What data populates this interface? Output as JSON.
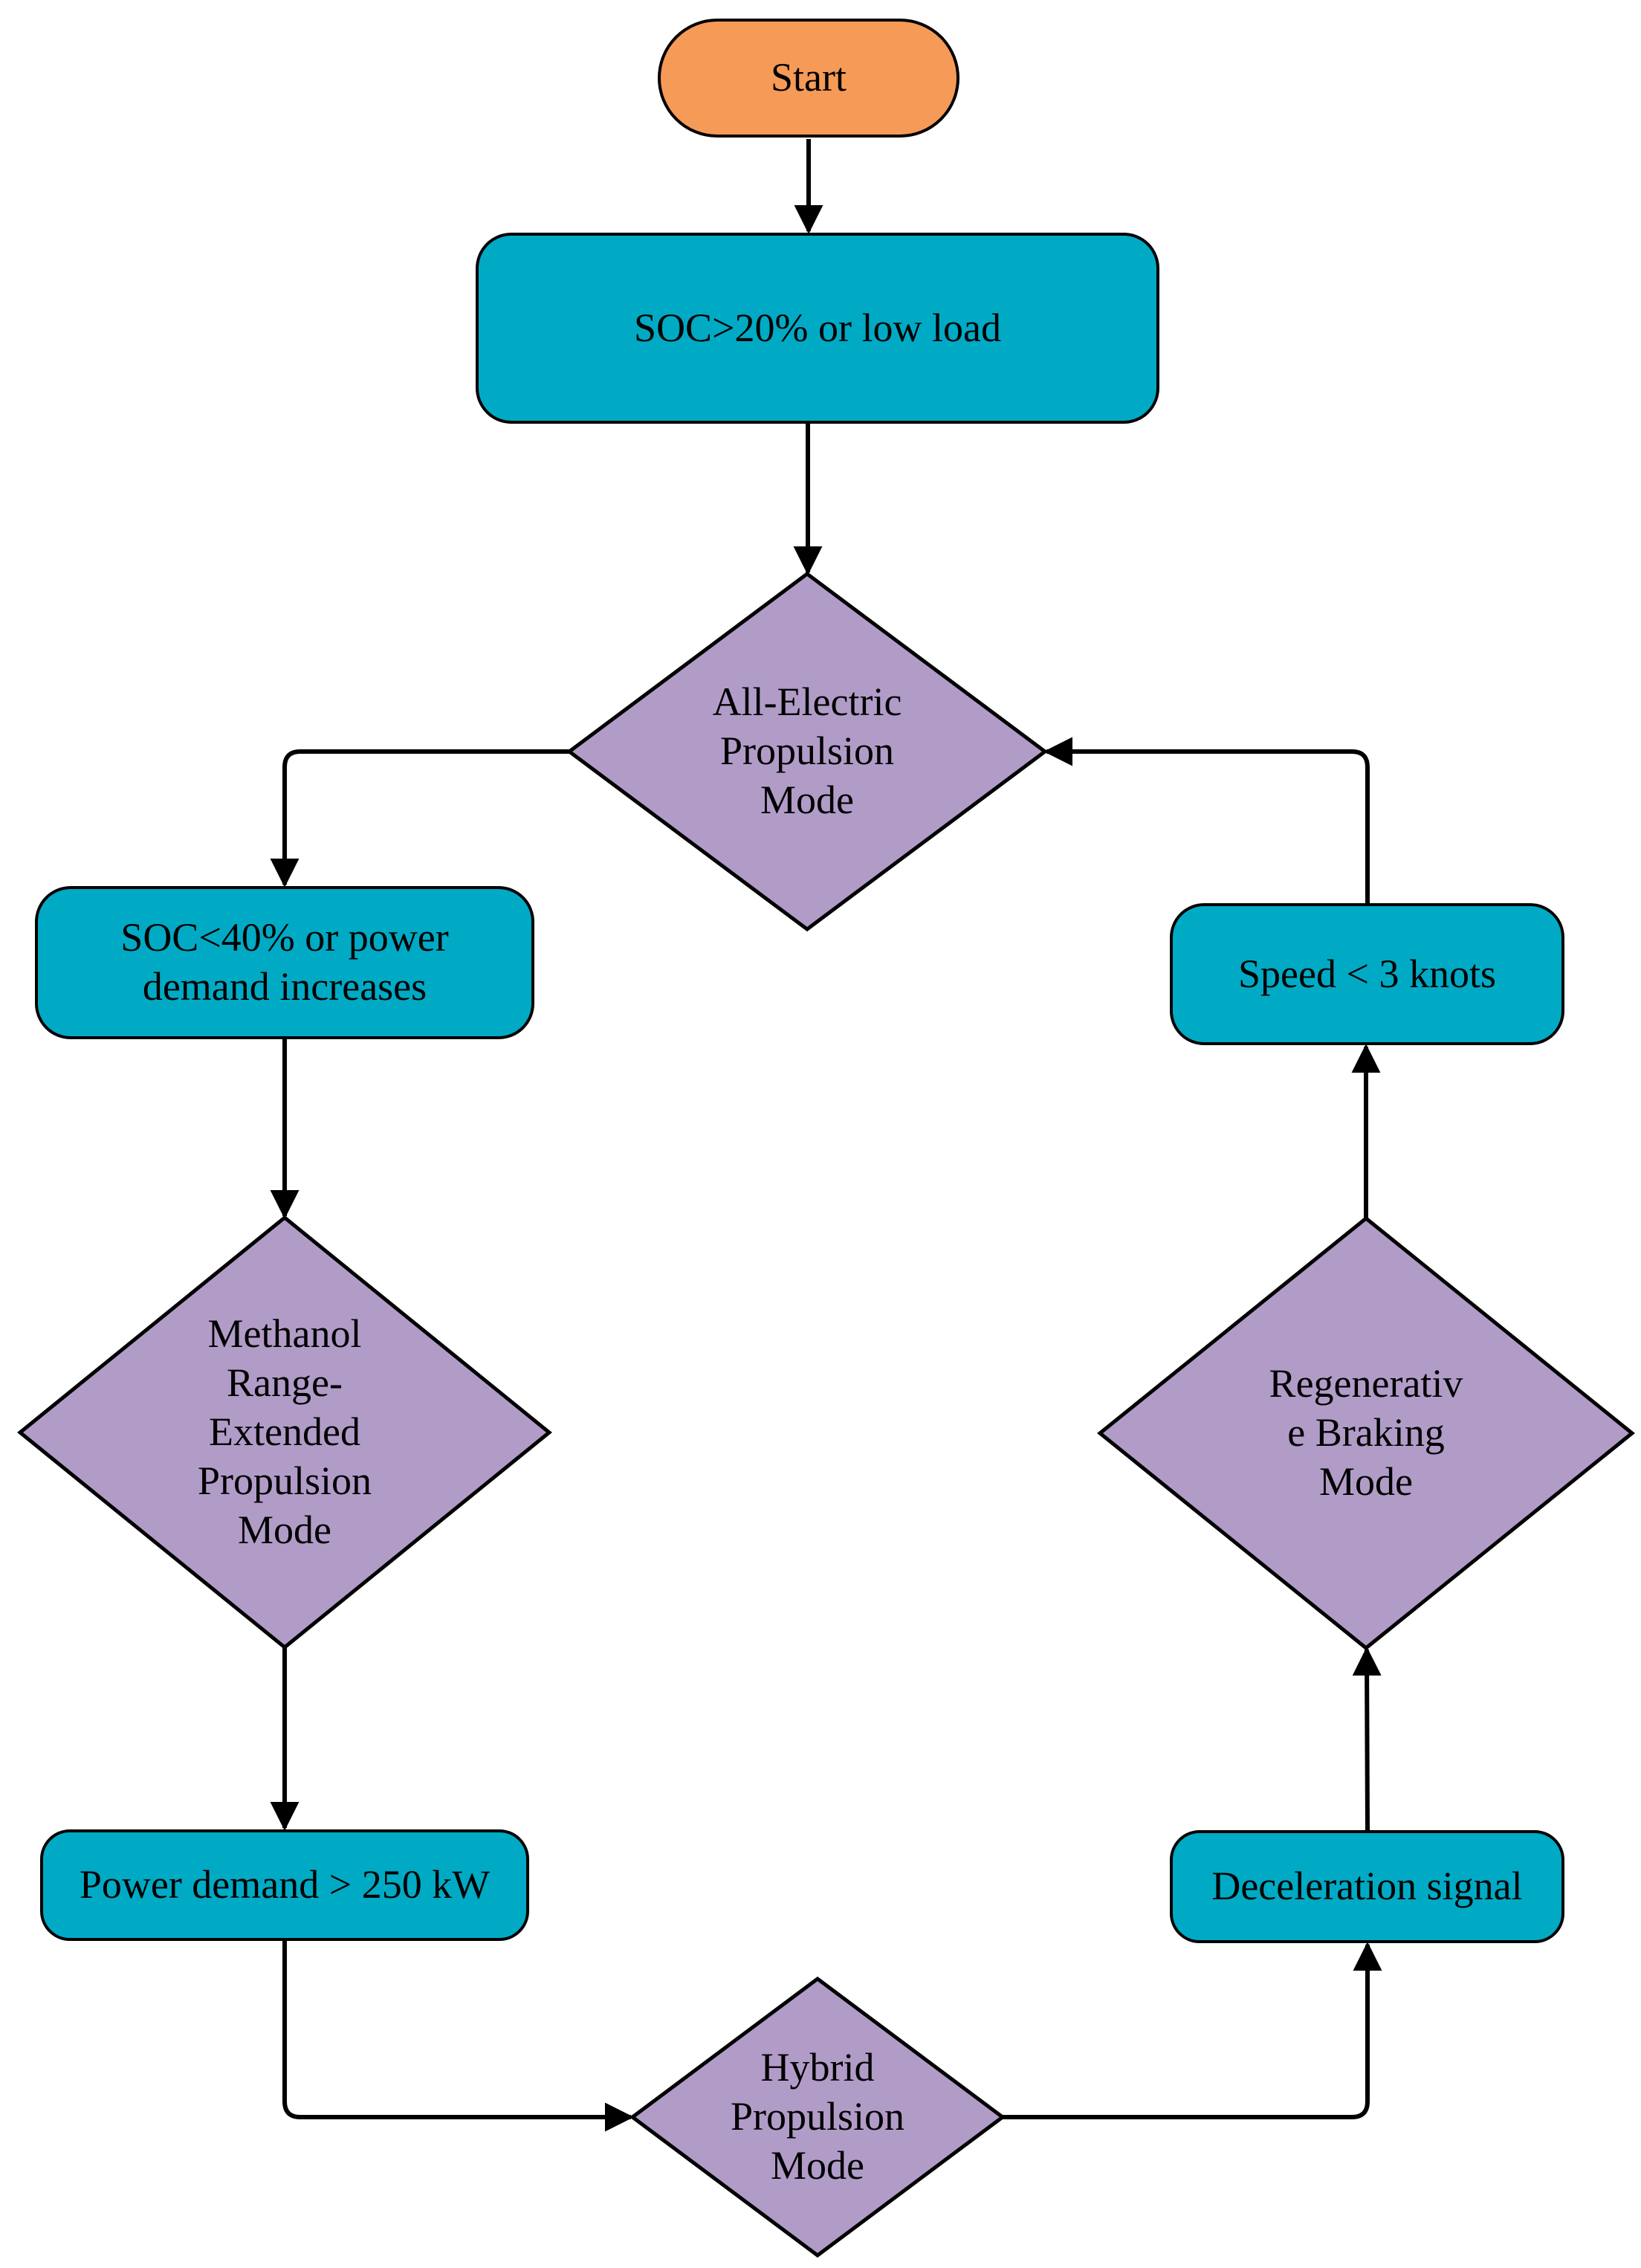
{
  "title": "Propulsion mode switching flowchart",
  "colors": {
    "background": "#FFFFFF",
    "terminator_fill": "#F69A58",
    "process_fill": "#00AAC5",
    "decision_fill": "#B19CC8",
    "stroke": "#000000"
  },
  "nodes": {
    "start": {
      "type": "terminator",
      "label": "Start"
    },
    "soc_gt_20": {
      "type": "process",
      "label": "SOC>20% or low load"
    },
    "all_electric": {
      "type": "decision",
      "label": "All-Electric\nPropulsion\nMode"
    },
    "soc_lt_40": {
      "type": "process",
      "label": "SOC<40% or power\ndemand increases"
    },
    "methanol": {
      "type": "decision",
      "label": "Methanol\nRange-\nExtended\nPropulsion\nMode"
    },
    "power_demand": {
      "type": "process",
      "label": "Power demand > 250 kW"
    },
    "hybrid": {
      "type": "decision",
      "label": "Hybrid\nPropulsion\nMode"
    },
    "deceleration": {
      "type": "process",
      "label": "Deceleration signal"
    },
    "regen": {
      "type": "decision",
      "label": "Regenerativ\ne Braking\nMode"
    },
    "speed": {
      "type": "process",
      "label": "Speed < 3 knots"
    }
  },
  "edges": [
    {
      "from": "start",
      "to": "soc_gt_20"
    },
    {
      "from": "soc_gt_20",
      "to": "all_electric"
    },
    {
      "from": "all_electric",
      "to": "soc_lt_40"
    },
    {
      "from": "soc_lt_40",
      "to": "methanol"
    },
    {
      "from": "methanol",
      "to": "power_demand"
    },
    {
      "from": "power_demand",
      "to": "hybrid"
    },
    {
      "from": "hybrid",
      "to": "deceleration"
    },
    {
      "from": "deceleration",
      "to": "regen"
    },
    {
      "from": "regen",
      "to": "speed"
    },
    {
      "from": "speed",
      "to": "all_electric"
    }
  ]
}
